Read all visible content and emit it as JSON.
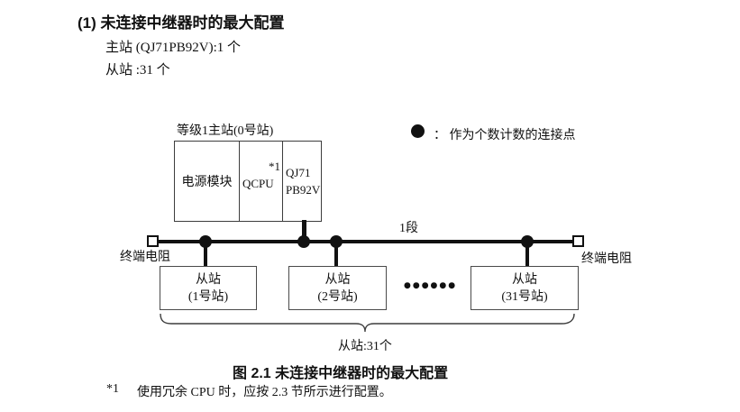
{
  "header": {
    "title": "(1) 未连接中继器时的最大配置",
    "master_count_line": "主站 (QJ71PB92V):1 个",
    "slave_count_line": "从站 :31 个"
  },
  "diagram": {
    "master": {
      "label": "等级1主站(0号站)",
      "power_module": "电源模块",
      "cpu": "QCPU",
      "cpu_note": "*1",
      "module_line1": "QJ71",
      "module_line2": "PB92V"
    },
    "legend": {
      "label": "： 作为个数计数的连接点"
    },
    "segment_label": "1段",
    "terminator_left": "终端电阻",
    "terminator_right": "终端电阻",
    "slaves": [
      {
        "name": "从站",
        "station": "(1号站)"
      },
      {
        "name": "从站",
        "station": "(2号站)"
      },
      {
        "name": "从站",
        "station": "(31号站)"
      }
    ],
    "ellipsis": "●●●●●●",
    "brace_label": "从站:31个"
  },
  "caption": "图 2.1 未连接中继器时的最大配置",
  "footnote": {
    "marker": "*1",
    "text": "使用冗余 CPU 时，应按 2.3 节所示进行配置。"
  }
}
